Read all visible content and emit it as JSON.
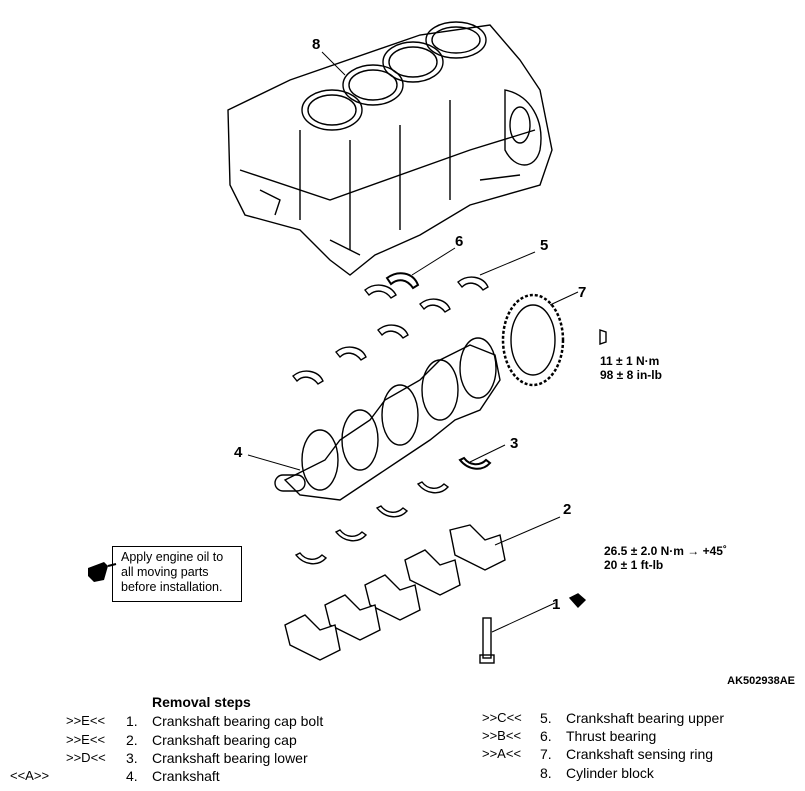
{
  "callouts": {
    "c1": "1",
    "c2": "2",
    "c3": "3",
    "c4": "4",
    "c5": "5",
    "c6": "6",
    "c7": "7",
    "c8": "8"
  },
  "torque_sensing_ring": {
    "line1": "11 ± 1 N·m",
    "line2": "98 ± 8 in-lb"
  },
  "torque_cap_bolt": {
    "line1": "26.5 ± 2.0 N·m → +45˚",
    "line2": "20 ± 1 ft-lb"
  },
  "note": {
    "line1": "Apply engine oil to",
    "line2": "all moving parts",
    "line3": "before installation.",
    "icon": "oil-can-icon"
  },
  "figure_id": "AK502938AE",
  "removal": {
    "title": "Removal steps",
    "left": [
      {
        "mark": ">>E<<",
        "num": "1.",
        "name": "Crankshaft bearing cap bolt"
      },
      {
        "mark": ">>E<<",
        "num": "2.",
        "name": "Crankshaft bearing cap"
      },
      {
        "mark": ">>D<<",
        "num": "3.",
        "name": "Crankshaft bearing lower"
      },
      {
        "mark": "<<A>>",
        "num": "4.",
        "name": "Crankshaft"
      }
    ],
    "right": [
      {
        "mark": ">>C<<",
        "num": "5.",
        "name": "Crankshaft bearing upper"
      },
      {
        "mark": ">>B<<",
        "num": "6.",
        "name": "Thrust bearing"
      },
      {
        "mark": ">>A<<",
        "num": "7.",
        "name": "Crankshaft sensing ring"
      },
      {
        "mark": "",
        "num": "8.",
        "name": "Cylinder block"
      }
    ]
  }
}
